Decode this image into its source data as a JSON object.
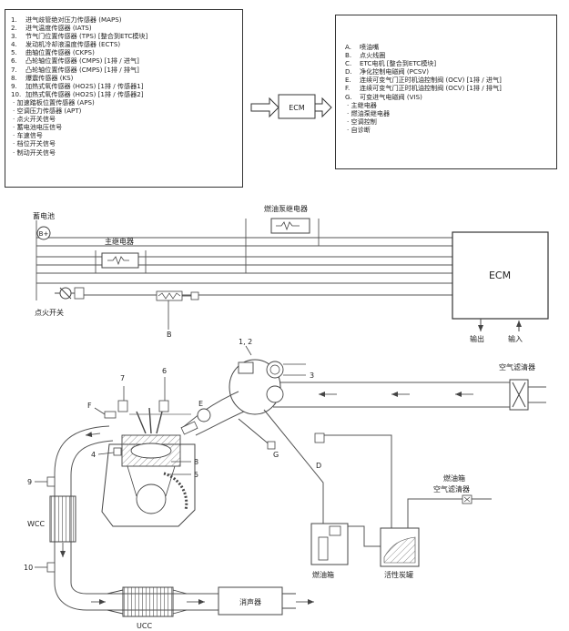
{
  "inputs": {
    "items": [
      {
        "num": "1.",
        "label": "进气歧管绝对压力传感器 (MAPS)"
      },
      {
        "num": "2.",
        "label": "进气温度传感器 (IATS)"
      },
      {
        "num": "3.",
        "label": "节气门位置传感器 (TPS) [整合到ETC模块]"
      },
      {
        "num": "4.",
        "label": "发动机冷却液温度传感器 (ECTS)"
      },
      {
        "num": "5.",
        "label": "曲轴位置传感器 (CKPS)"
      },
      {
        "num": "6.",
        "label": "凸轮轴位置传感器 (CMPS) [1排 / 进气]"
      },
      {
        "num": "7.",
        "label": "凸轮轴位置传感器 (CMPS) [1排 / 排气]"
      },
      {
        "num": "8.",
        "label": "爆震传感器 (KS)"
      },
      {
        "num": "9.",
        "label": "加热式氧传感器 (HO2S) [1排 / 传感器1]"
      },
      {
        "num": "10.",
        "label": "加热式氧传感器 (HO2S) [1排 / 传感器2]"
      }
    ],
    "extra": [
      "· 加速踏板位置传感器 (APS)",
      "· 空调压力传感器 (APT)",
      "· 点火开关信号",
      "· 蓄电池电压信号",
      "· 车速信号",
      "· 档位开关信号",
      "· 制动开关信号"
    ]
  },
  "arrow_box": {
    "label": "ECM"
  },
  "outputs": {
    "items": [
      {
        "num": "A.",
        "label": "喷油嘴"
      },
      {
        "num": "B.",
        "label": "点火线圈"
      },
      {
        "num": "C.",
        "label": "ETC电机 [整合到ETC模块]"
      },
      {
        "num": "D.",
        "label": "净化控制电磁阀 (PCSV)"
      },
      {
        "num": "E.",
        "label": "连续可变气门正时机油控制阀 (OCV) [1排 / 进气]"
      },
      {
        "num": "F.",
        "label": "连续可变气门正时机油控制阀 (OCV) [1排 / 排气]"
      },
      {
        "num": "G.",
        "label": "可变进气电磁阀 (VIS)"
      }
    ],
    "extra": [
      "· 主继电器",
      "· 燃油泵继电器",
      "· 空调控制",
      "· 自诊断"
    ]
  },
  "diagram": {
    "battery": "蓄电池",
    "battery_terminal": "B+",
    "main_relay": "主继电器",
    "fuel_pump_relay": "燃油泵继电器",
    "ignition_switch": "点火开关",
    "ecm": "ECM",
    "ecm_output": "输出",
    "ecm_input": "输入",
    "air_cleaner": "空气滤清器",
    "fuel_tank_air_filter_1": "燃油箱",
    "fuel_tank_air_filter_2": "空气滤清器",
    "fuel_tank": "燃油箱",
    "canister": "活性炭罐",
    "muffler": "消声器",
    "wcc": "WCC",
    "ucc": "UCC",
    "callouts": {
      "c12": "1, 2",
      "c3": "3",
      "c4": "4",
      "c5": "5",
      "c6": "6",
      "c7": "7",
      "c8": "8",
      "c9": "9",
      "c10": "10",
      "cB": "B",
      "cD": "D",
      "cE": "E",
      "cF": "F",
      "cG": "G"
    }
  }
}
